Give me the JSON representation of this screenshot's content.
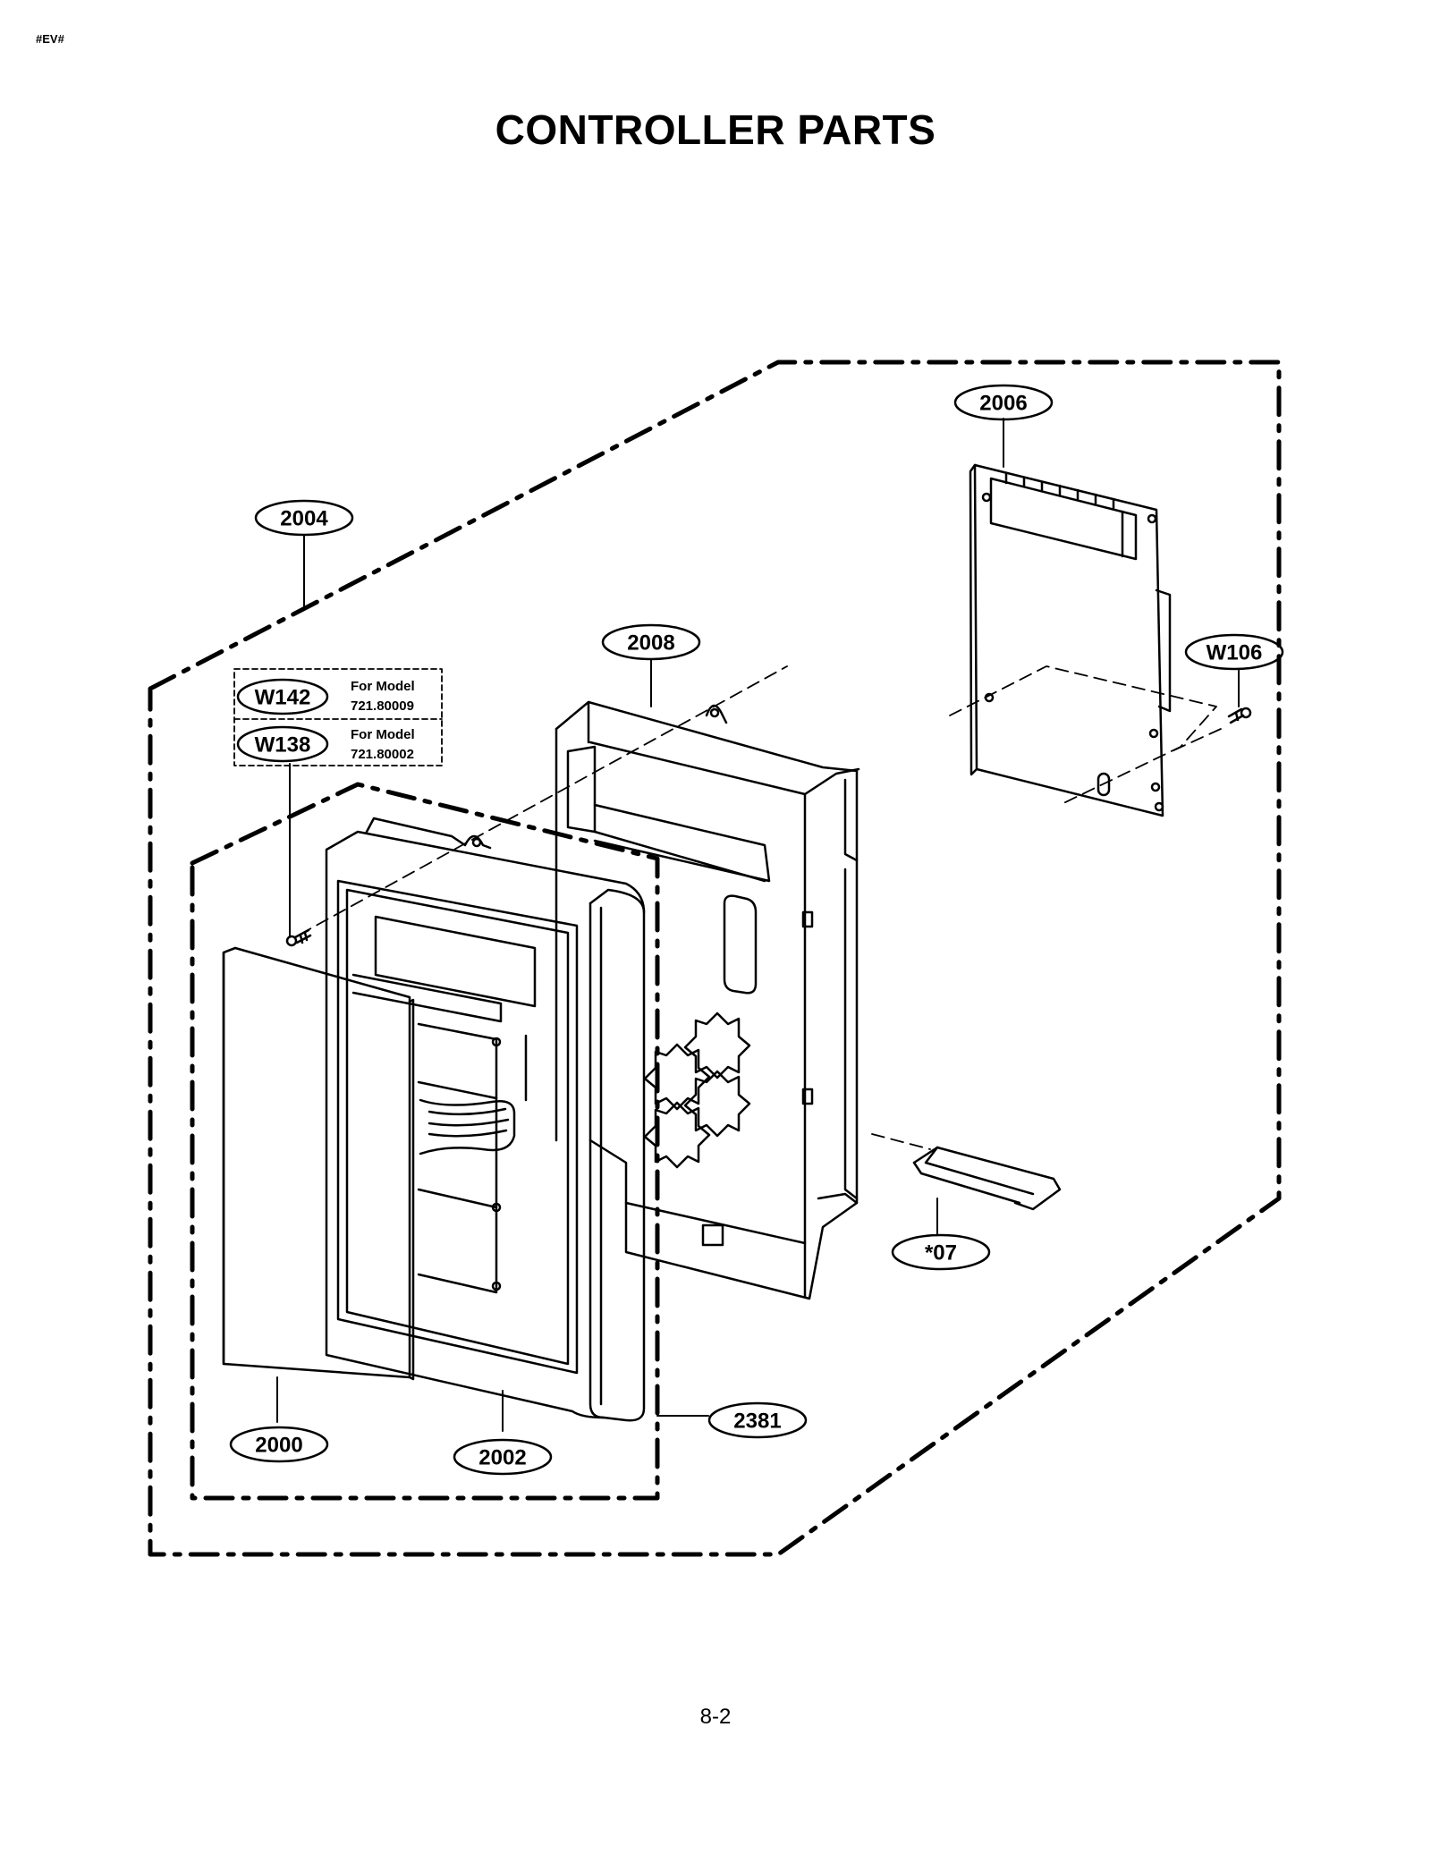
{
  "header": {
    "tag": "#EV#"
  },
  "title": "CONTROLLER PARTS",
  "callouts": {
    "c2004": "2004",
    "c2006": "2006",
    "c2008": "2008",
    "cW106": "W106",
    "cW142": "W142",
    "cW138": "W138",
    "c07": "*07",
    "c2000": "2000",
    "c2002": "2002",
    "c2381": "2381"
  },
  "model_notes": {
    "w142": {
      "line1": "For Model",
      "line2": "721.80009"
    },
    "w138": {
      "line1": "For Model",
      "line2": "721.80002"
    }
  },
  "footer": {
    "page_number": "8-2"
  }
}
